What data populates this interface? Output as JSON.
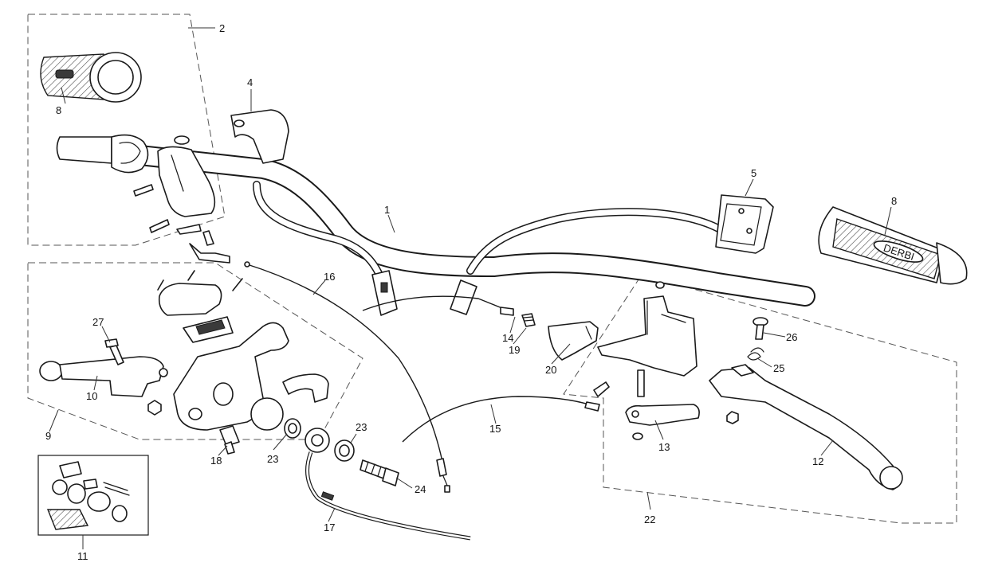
{
  "diagram": {
    "callouts": {
      "c1": "1",
      "c2": "2",
      "c4": "4",
      "c5": "5",
      "c8a": "8",
      "c8b": "8",
      "c9": "9",
      "c10": "10",
      "c11": "11",
      "c12": "12",
      "c13": "13",
      "c14": "14",
      "c15": "15",
      "c16": "16",
      "c17": "17",
      "c18": "18",
      "c19": "19",
      "c20": "20",
      "c22": "22",
      "c23a": "23",
      "c23b": "23",
      "c24": "24",
      "c25": "25",
      "c26": "26",
      "c27": "27"
    },
    "grip_brand_text": "DERBI",
    "colors": {
      "line": "#1a1a1a",
      "background": "#ffffff",
      "dashed_group": "#555555"
    }
  }
}
